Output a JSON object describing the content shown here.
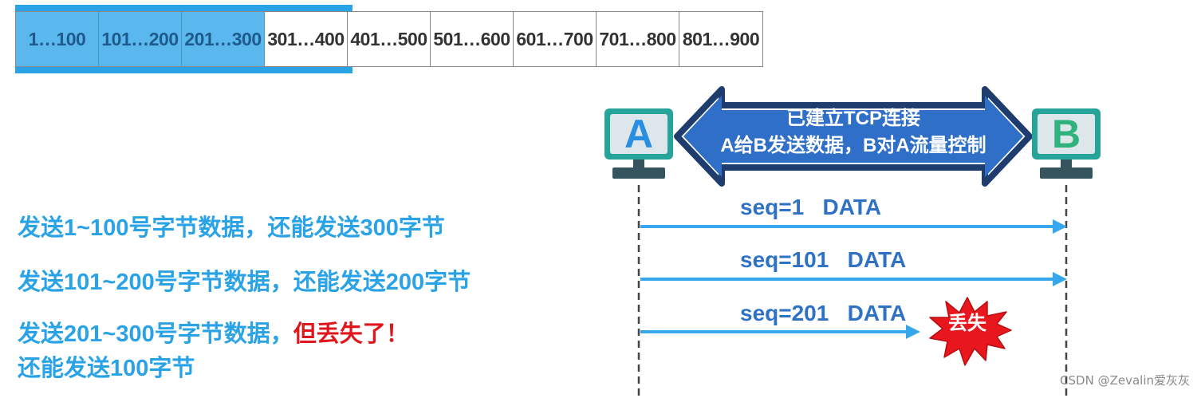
{
  "byte_window": {
    "cells": [
      {
        "label": "1…100",
        "sent": true
      },
      {
        "label": "101…200",
        "sent": true
      },
      {
        "label": "201…300",
        "sent": true
      },
      {
        "label": "301…400",
        "sent": false
      },
      {
        "label": "401…500",
        "sent": false
      },
      {
        "label": "501…600",
        "sent": false
      },
      {
        "label": "601…700",
        "sent": false
      },
      {
        "label": "701…800",
        "sent": false
      },
      {
        "label": "801…900",
        "sent": false
      }
    ]
  },
  "hosts": {
    "a": "A",
    "b": "B"
  },
  "banner": {
    "line1": "已建立TCP连接",
    "line2": "A给B发送数据，B对A流量控制"
  },
  "messages": [
    {
      "label": "seq=1   DATA",
      "lost": false
    },
    {
      "label": "seq=101   DATA",
      "lost": false
    },
    {
      "label": "seq=201   DATA",
      "lost": true
    }
  ],
  "lost_label": "丢失",
  "notes": {
    "line1": "发送1~100号字节数据，还能发送300字节",
    "line2": "发送101~200号字节数据，还能发送200字节",
    "line3_main": "发送201~300号字节数据，",
    "line3_warn": "但丢失了！",
    "line4": "还能发送100字节"
  },
  "watermark": "CSDN @Zevalin爱灰灰",
  "colors": {
    "window": "#2aa3e6",
    "sent_cell": "#5bb8ef",
    "arrow": "#36a7ec",
    "banner": "#2f6fc8",
    "warn": "#e0161d",
    "burst": "#e8161d"
  }
}
